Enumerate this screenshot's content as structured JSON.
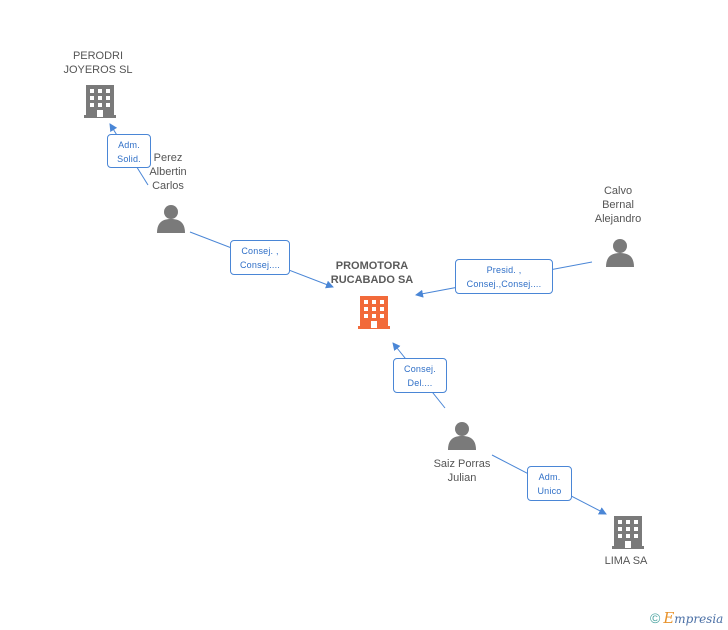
{
  "nodes": {
    "center": {
      "lines": [
        "PROMOTORA",
        "RUCABADO SA"
      ]
    },
    "perodri": {
      "lines": [
        "PERODRI",
        "JOYEROS SL"
      ]
    },
    "perez": {
      "lines": [
        "Perez",
        "Albertin",
        "Carlos"
      ]
    },
    "calvo": {
      "lines": [
        "Calvo",
        "Bernal",
        "Alejandro"
      ]
    },
    "saiz": {
      "lines": [
        "Saiz Porras",
        "Julian"
      ]
    },
    "lima": {
      "lines": [
        "LIMA SA"
      ]
    }
  },
  "edges": {
    "perez_perodri": {
      "lines": [
        "Adm.",
        "Solid."
      ]
    },
    "perez_center": {
      "lines": [
        "Consej. ,",
        "Consej...."
      ]
    },
    "calvo_center": {
      "lines": [
        "Presid. ,",
        "Consej.,Consej...."
      ]
    },
    "saiz_center": {
      "lines": [
        "Consej.",
        "Del...."
      ]
    },
    "saiz_lima": {
      "lines": [
        "Adm.",
        "Unico"
      ]
    }
  },
  "colors": {
    "company": "#7a7a7a",
    "center_company": "#f26a3a",
    "person": "#7a7a7a",
    "edge": "#4a86d6"
  },
  "brand": {
    "copyright": "©",
    "initial": "E",
    "rest": "mpresia"
  }
}
